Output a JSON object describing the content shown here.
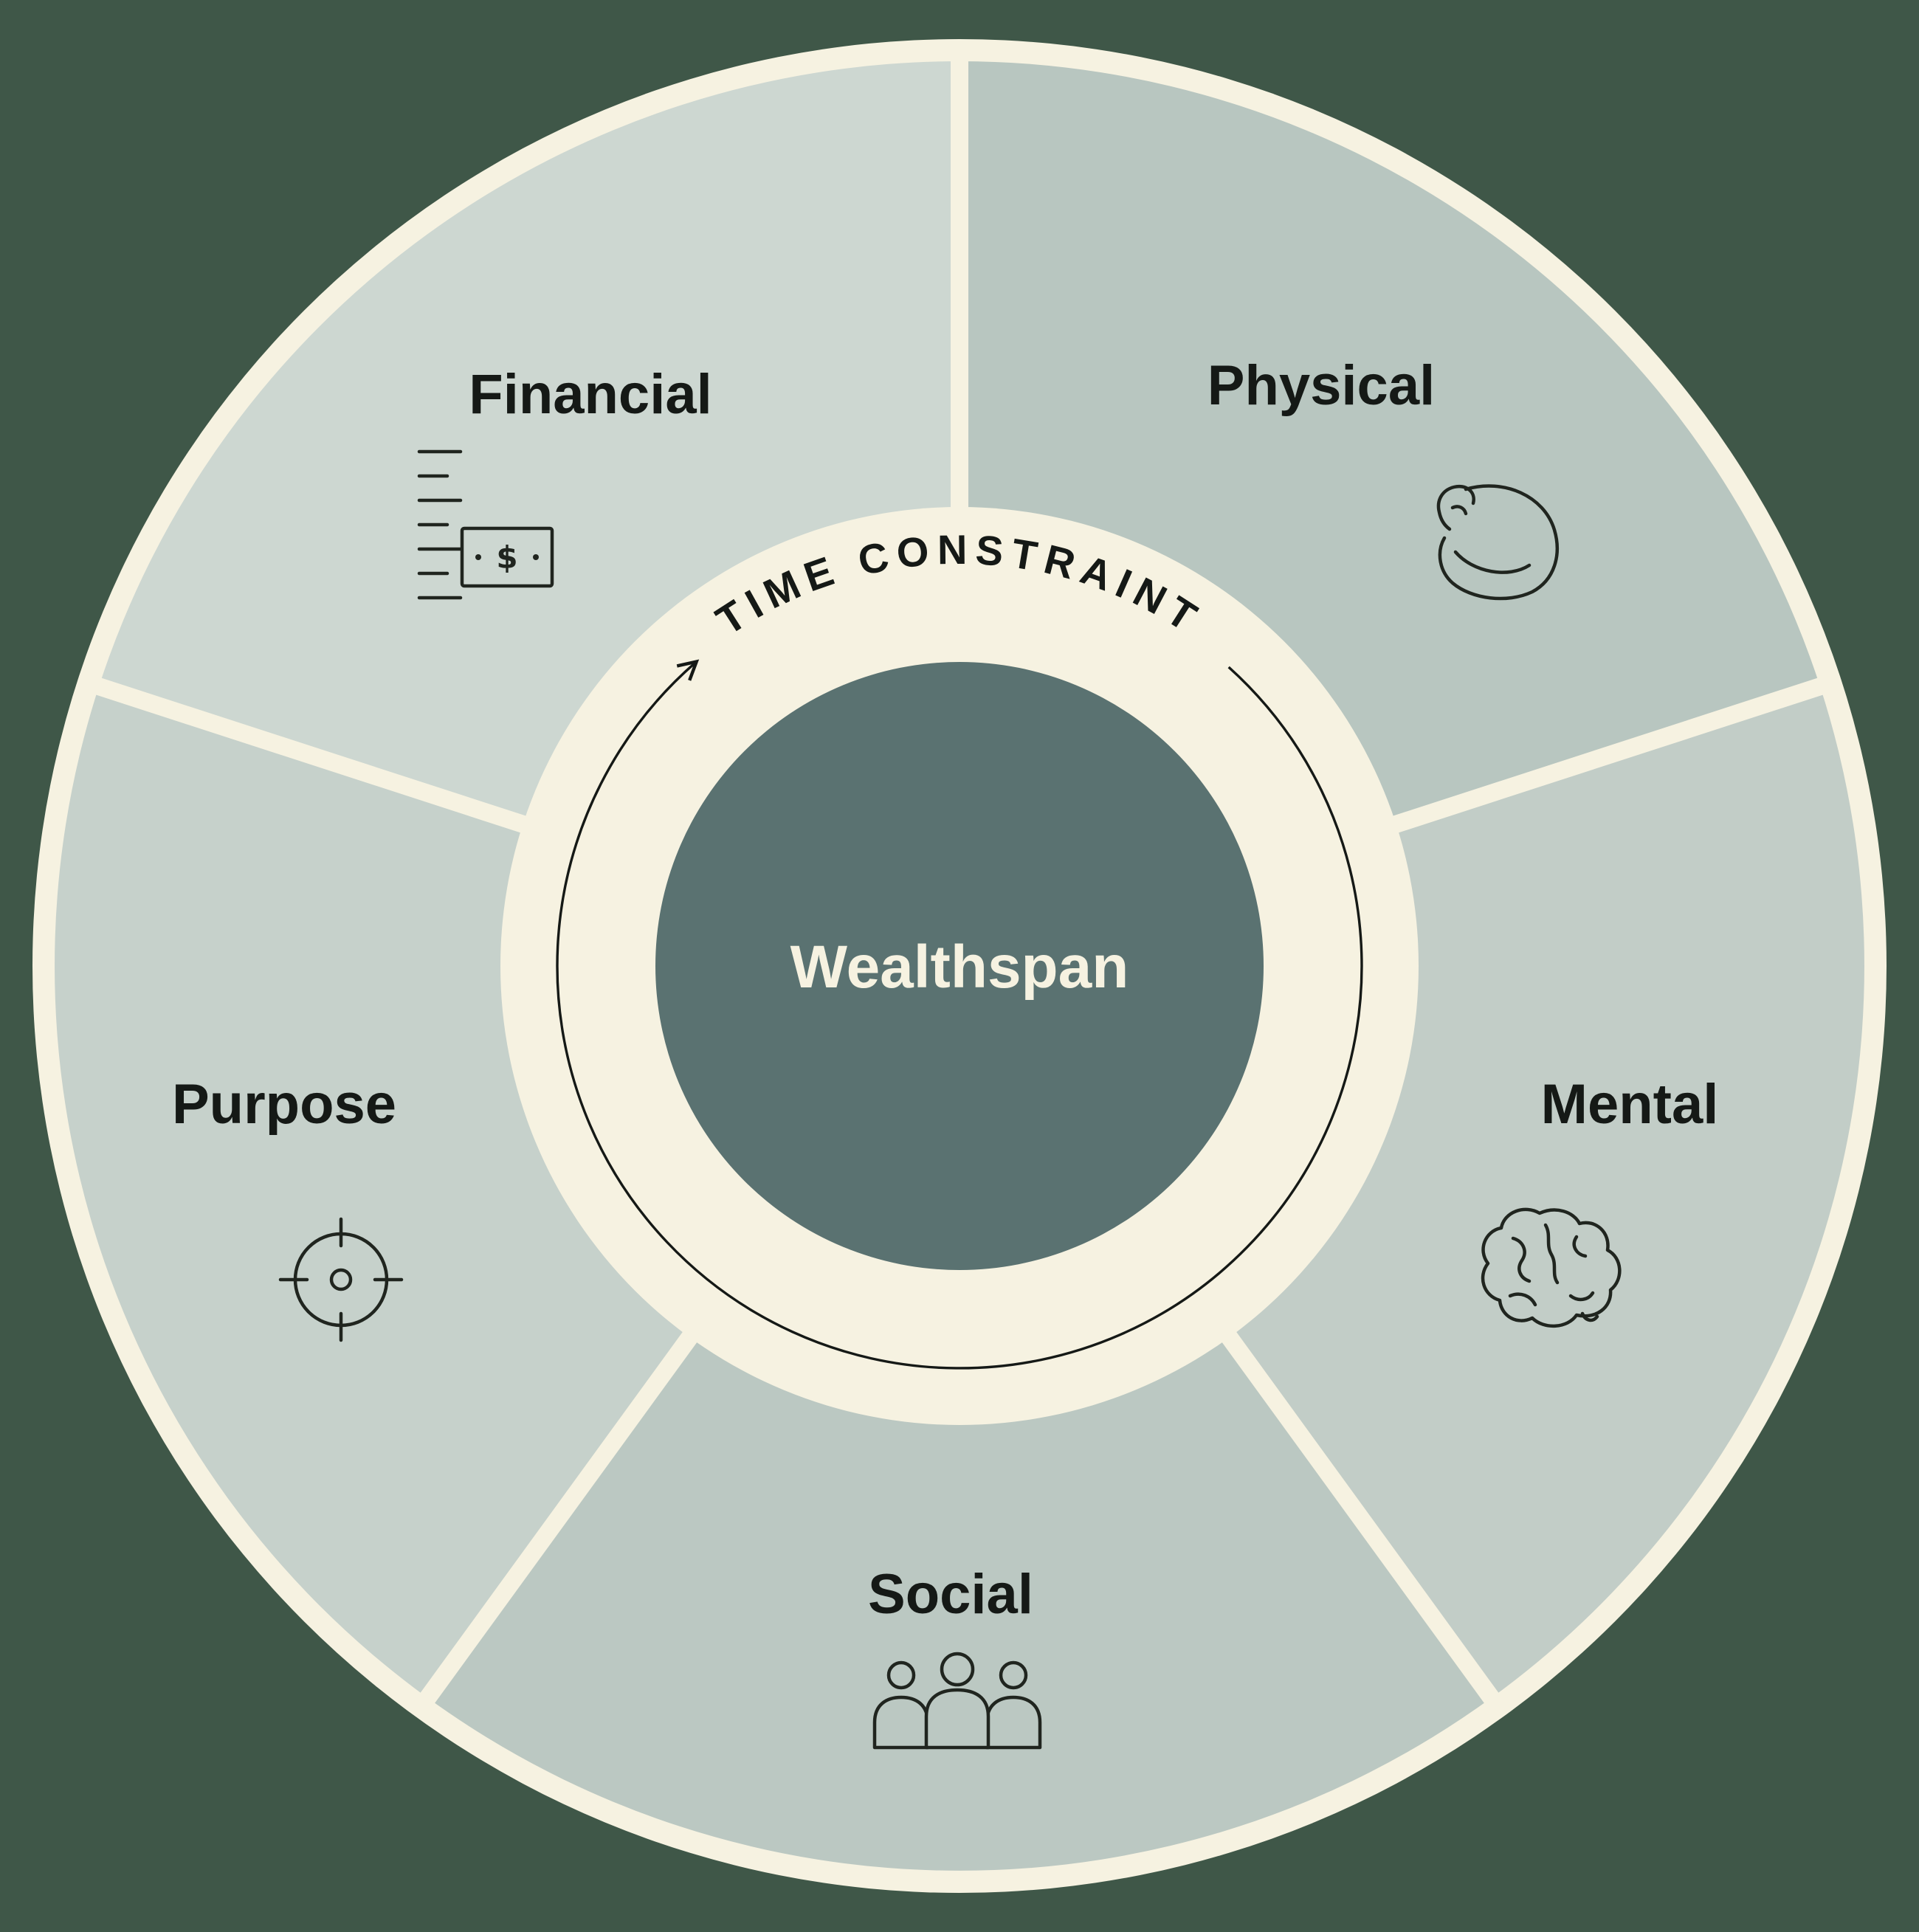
{
  "diagram": {
    "center_label": "Wealthspan",
    "ring_label": "TIME CONSTRAINT"
  },
  "segments": [
    {
      "label": "Financial",
      "icon": "money-icon",
      "color": "#cdd7d1"
    },
    {
      "label": "Physical",
      "icon": "bicep-icon",
      "color": "#b8c6c0"
    },
    {
      "label": "Mental",
      "icon": "brain-icon",
      "color": "#c2cdc7"
    },
    {
      "label": "Social",
      "icon": "people-icon",
      "color": "#bbc8c2"
    },
    {
      "label": "Purpose",
      "icon": "target-icon",
      "color": "#c6d1cb"
    }
  ],
  "icons": {
    "financial_symbol": "$"
  },
  "colors": {
    "background": "#3f5748",
    "ring": "#f6f2e1",
    "center_circle": "#5a7271",
    "label_text": "#151916",
    "center_text": "#f6f2e1",
    "icon_stroke": "#20251f"
  }
}
